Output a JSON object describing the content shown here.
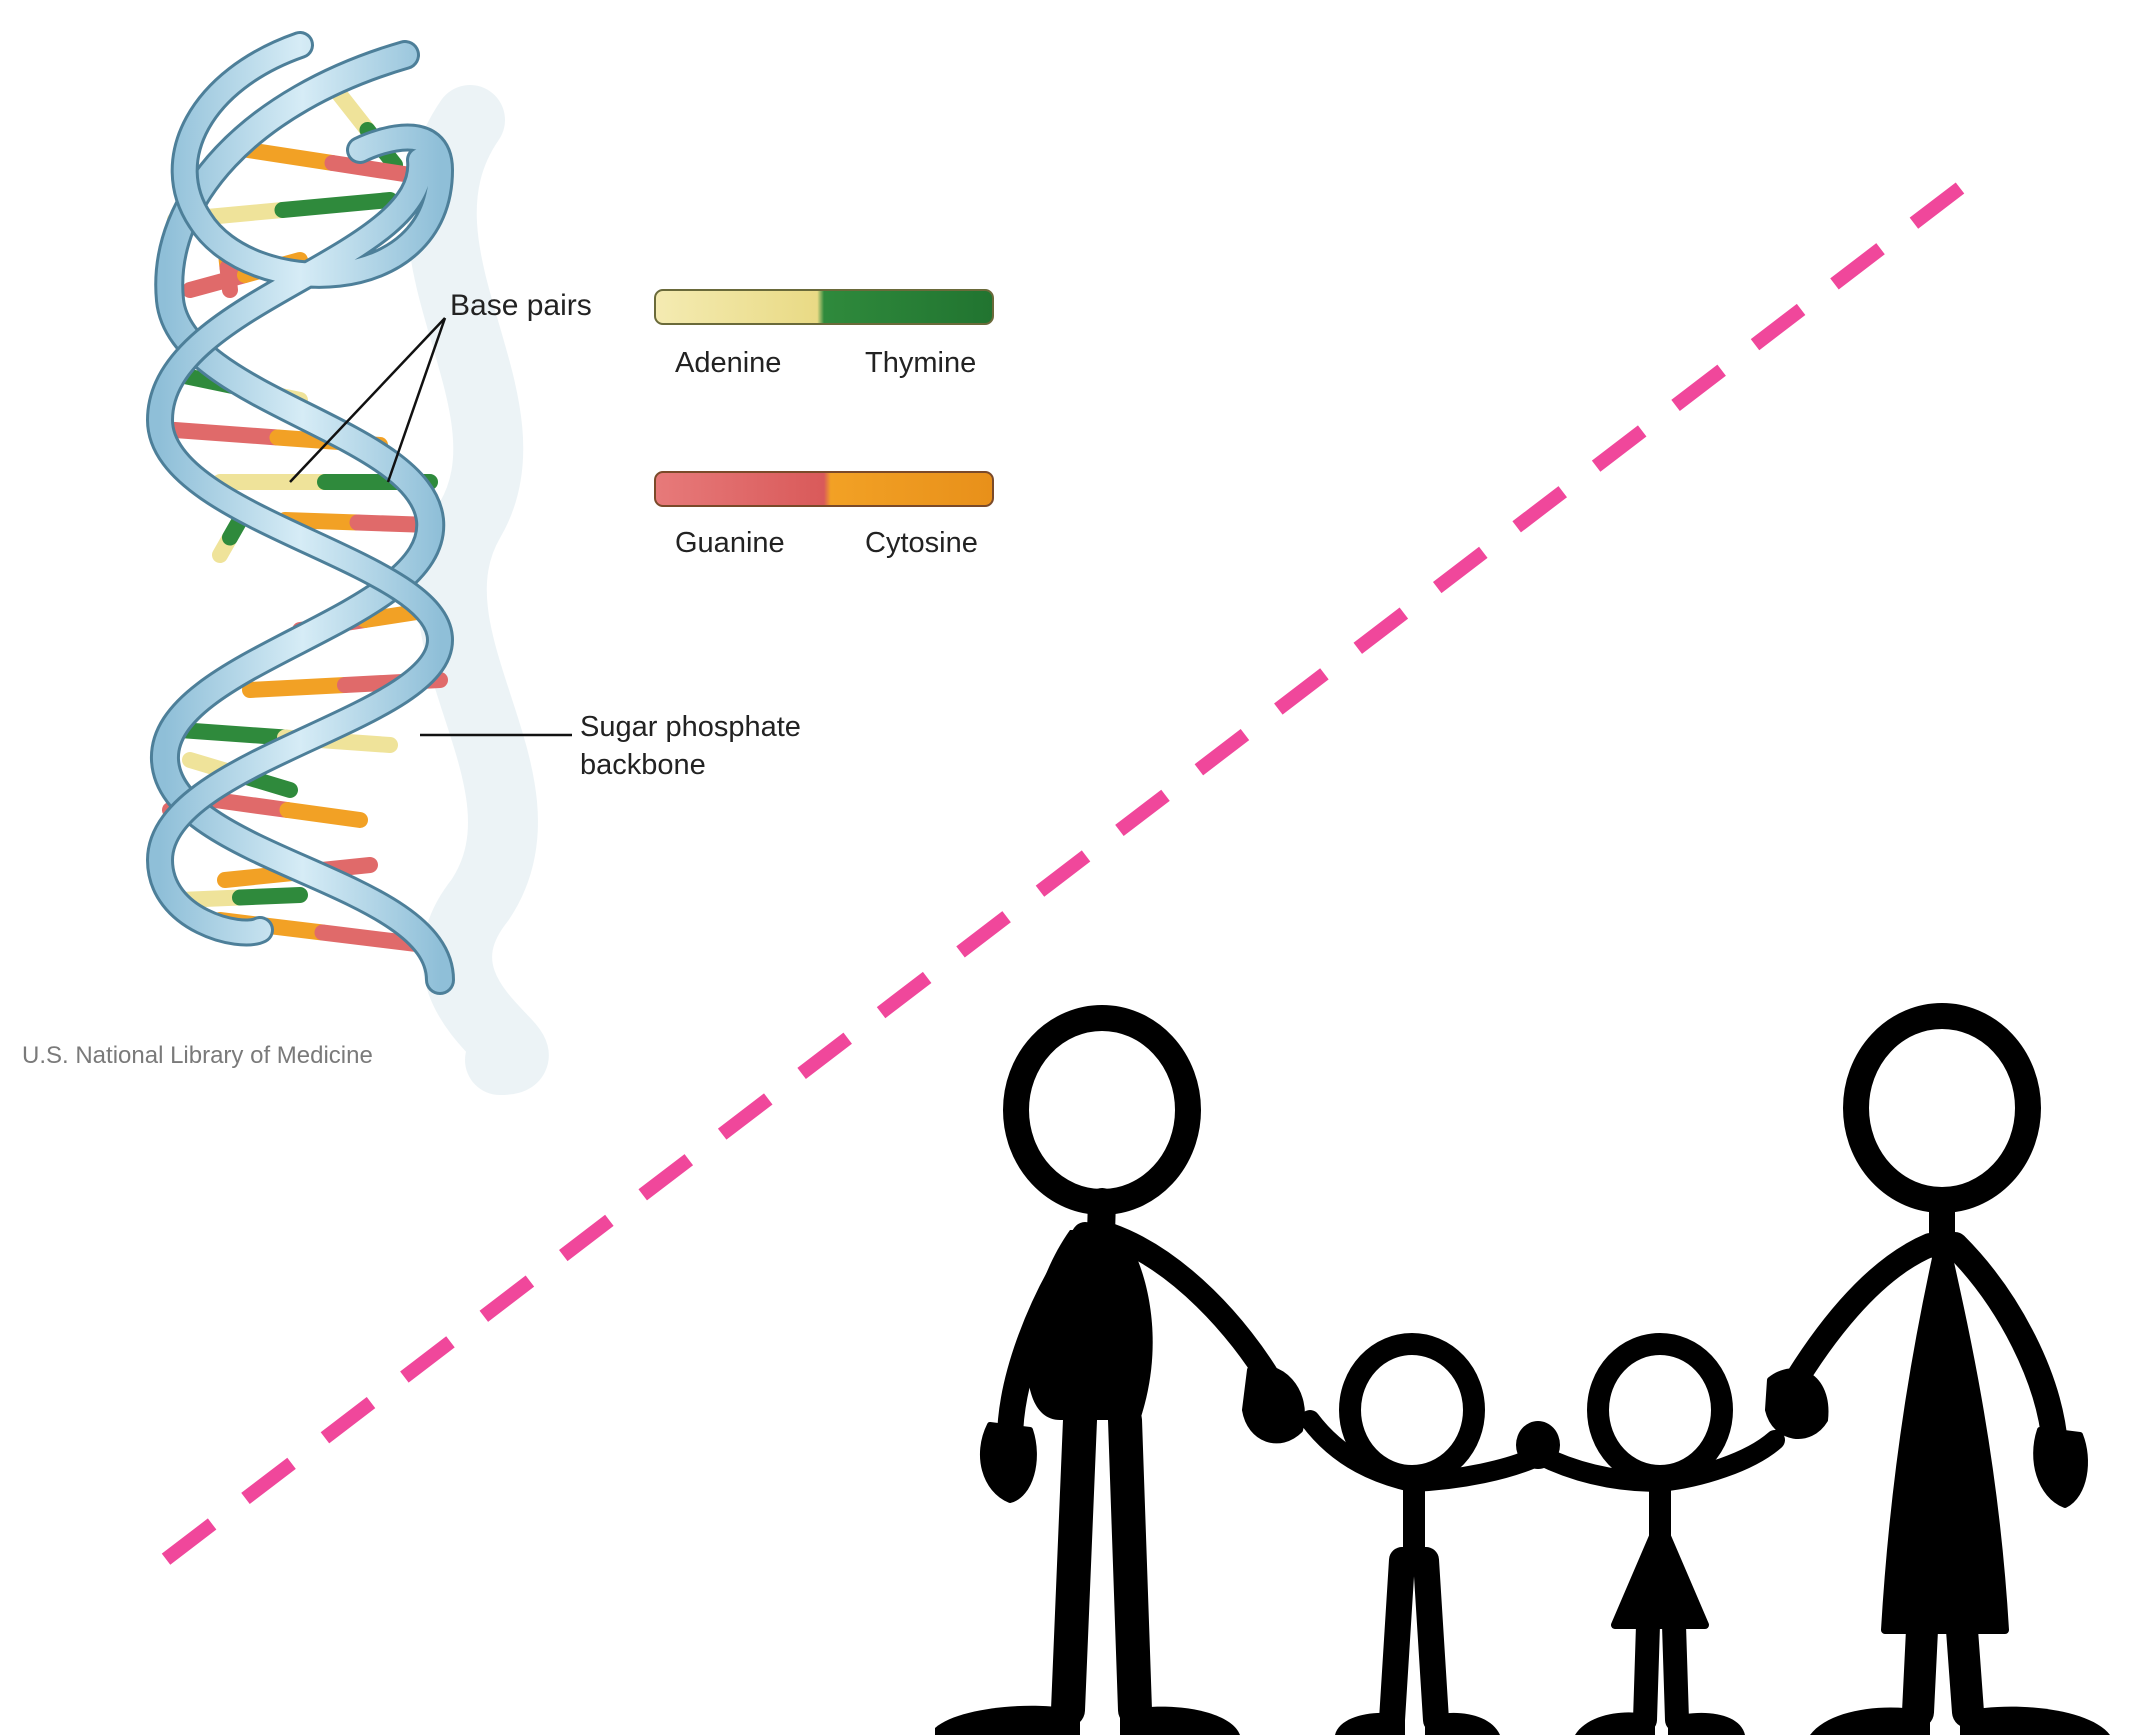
{
  "dna_diagram": {
    "labels": {
      "base_pairs": "Base pairs",
      "adenine": "Adenine",
      "thymine": "Thymine",
      "guanine": "Guanine",
      "cytosine": "Cytosine",
      "backbone_line1": "Sugar phosphate",
      "backbone_line2": "backbone"
    },
    "credit": "U.S. National Library of Medicine"
  },
  "colors": {
    "adenine": "#efe39a",
    "thymine": "#2f8a3c",
    "guanine": "#e06a6a",
    "cytosine": "#f2a125",
    "backbone": "#a9cfe3",
    "backbone_edge": "#4d7f99",
    "divider": "#f0479b",
    "figures": "#000000"
  },
  "family": {
    "members": [
      "adult-man",
      "boy",
      "girl",
      "adult-woman"
    ]
  }
}
